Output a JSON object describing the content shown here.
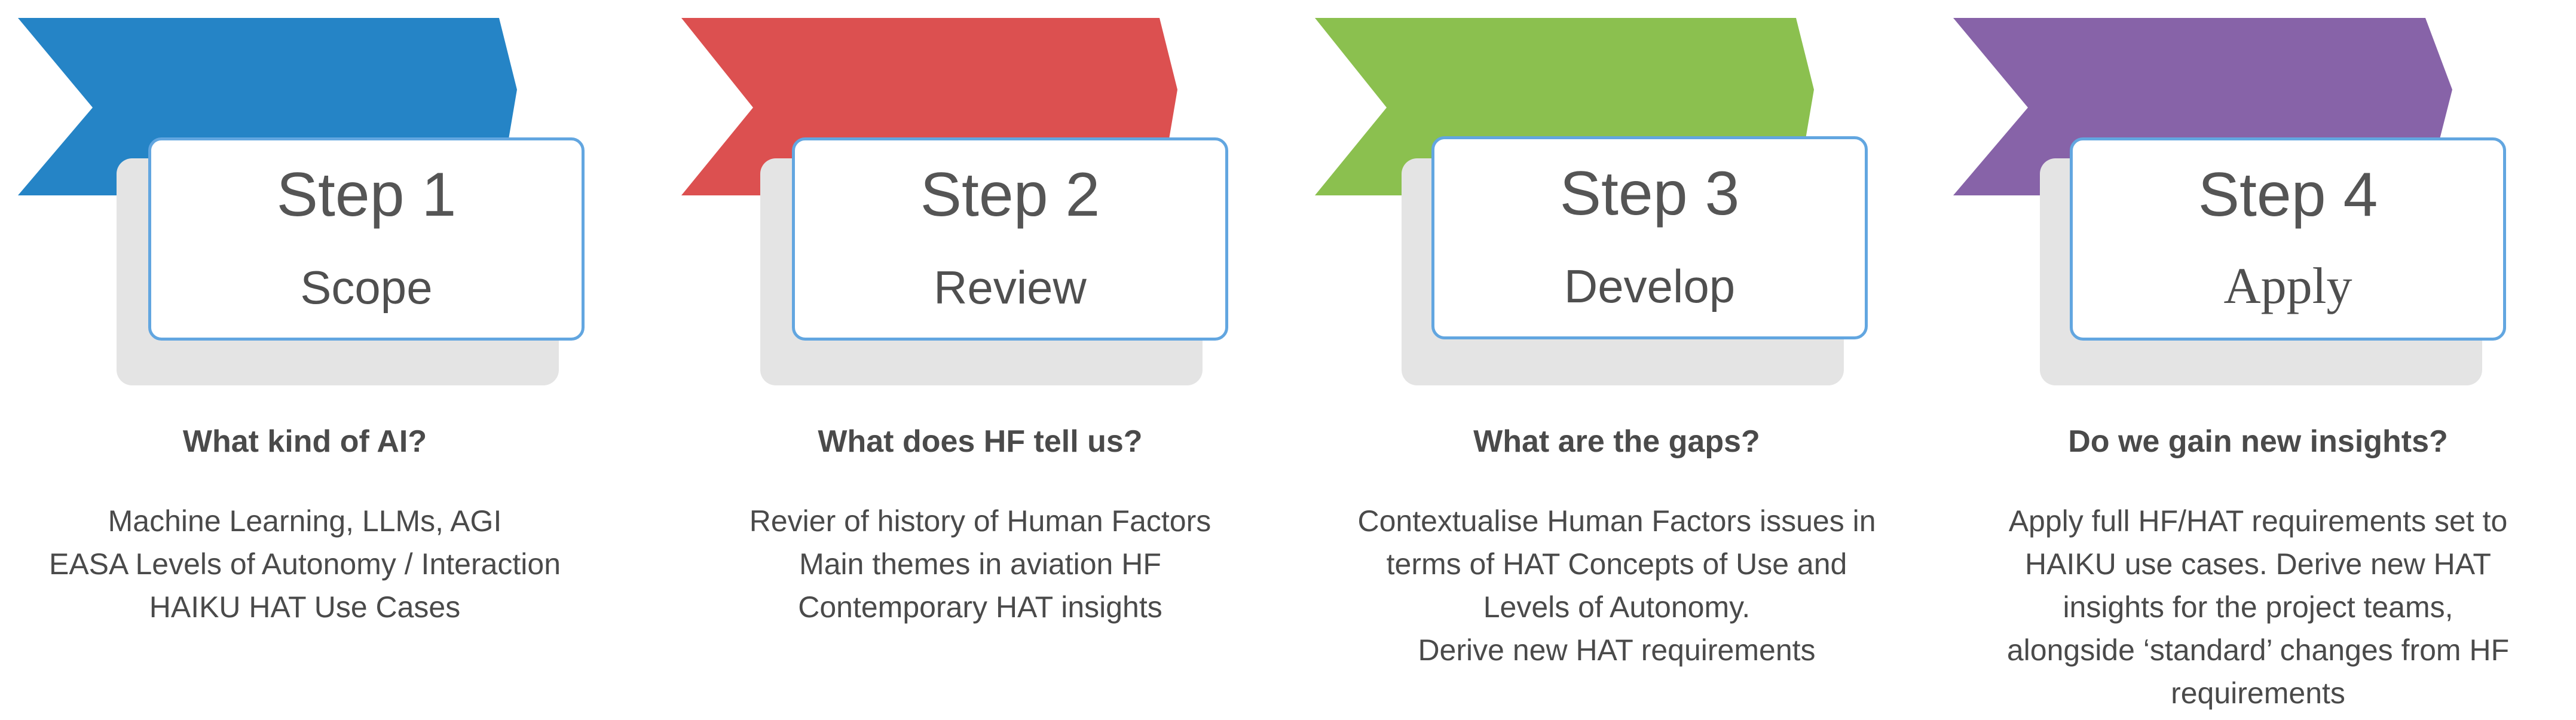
{
  "steps": [
    {
      "color": "#2584c6",
      "title": "Step 1",
      "name": "Scope",
      "question": "What kind of AI?",
      "lines": [
        "Machine Learning, LLMs, AGI",
        "EASA Levels of Autonomy / Interaction",
        "HAIKU HAT Use Cases"
      ]
    },
    {
      "color": "#dc5050",
      "title": "Step 2",
      "name": "Review",
      "question": "What does HF tell us?",
      "lines": [
        "Revier of history of Human Factors",
        "Main themes in aviation HF",
        "Contemporary HAT insights"
      ]
    },
    {
      "color": "#8bc04f",
      "title": "Step 3",
      "name": "Develop",
      "question": "What are the gaps?",
      "lines": [
        "Contextualise Human Factors issues in",
        "terms of HAT Concepts of Use and",
        "Levels of Autonomy.",
        "Derive new HAT requirements"
      ]
    },
    {
      "color": "#8763a8",
      "title": "Step 4",
      "name": "Apply",
      "question": "Do we gain new  insights?",
      "lines": [
        "Apply full HF/HAT requirements set to",
        "HAIKU use cases. Derive new HAT",
        "insights for the project teams,",
        "alongside ‘standard’ changes from HF",
        "requirements"
      ]
    }
  ],
  "colors": {
    "card_border": "#62a6e0",
    "shadow": "#e4e4e4",
    "text": "#4a4a4a"
  }
}
